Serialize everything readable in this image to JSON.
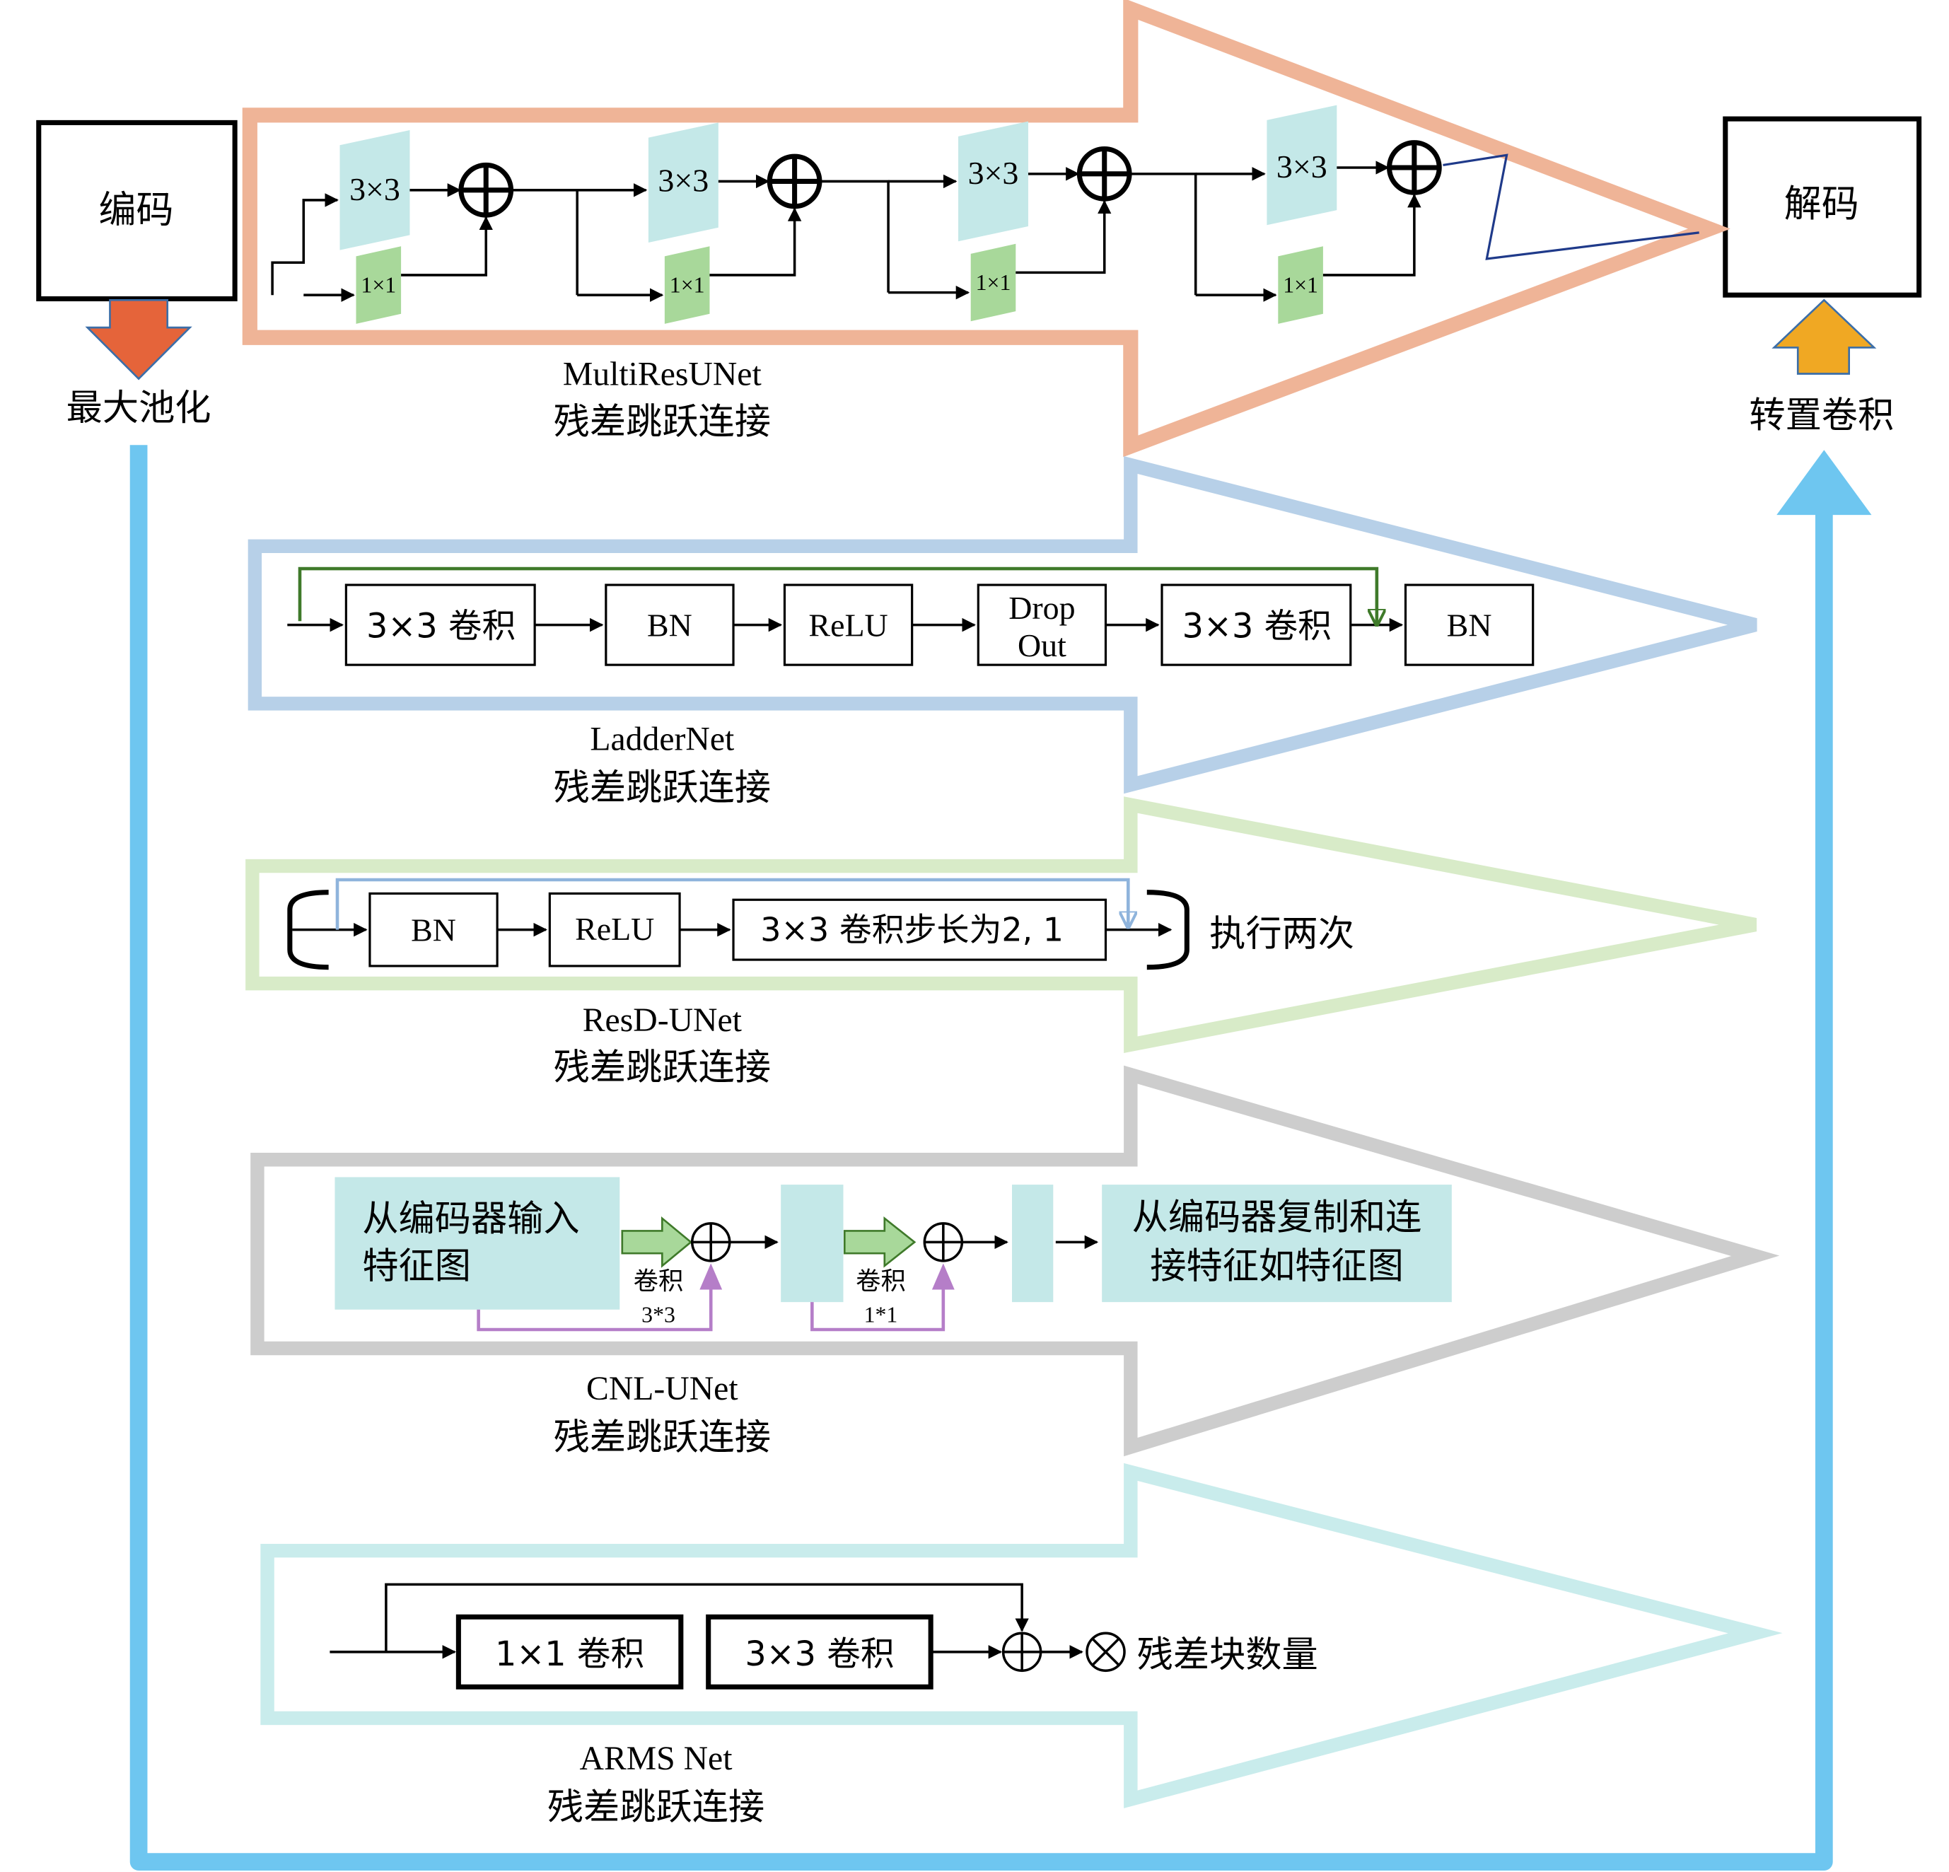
{
  "encoder": {
    "label": "编码",
    "arrow_label": "最大池化"
  },
  "decoder": {
    "label": "解码",
    "arrow_label": "转置卷积"
  },
  "skip_connection_label": "残差跳跃连接",
  "colors": {
    "multires_arrow": "#efb497",
    "ladder_arrow": "#b7d0e8",
    "resd_arrow": "#d8ebc8",
    "cnl_arrow": "#cdcdcd",
    "arms_arrow": "#c9ecec",
    "main_loop": "#6ec6f0",
    "maxpool_arrow": "#e5643a",
    "transconv_arrow": "#f0a823",
    "teal_block": "#c4e8e8",
    "green_block": "#a8d89a",
    "ladder_skip": "#3f7a2a",
    "resd_skip": "#8fb4dc",
    "cnl_skip": "#b57ec8"
  },
  "multires": {
    "name": "MultiResUNet",
    "conv3_labels": [
      "3×3",
      "3×3",
      "3×3",
      "3×3"
    ],
    "conv1_labels": [
      "1×1",
      "1×1",
      "1×1",
      "1×1"
    ]
  },
  "ladder": {
    "name": "LadderNet",
    "blocks": [
      "3×3 卷积",
      "BN",
      "ReLU",
      "Drop",
      "Out",
      "3×3 卷积",
      "BN"
    ]
  },
  "resd": {
    "name": "ResD-UNet",
    "blocks": [
      "BN",
      "ReLU",
      "3×3 卷积步长为2, 1"
    ],
    "repeat_label": "执行两次"
  },
  "cnl": {
    "name": "CNL-UNet",
    "input_label": [
      "从编码器输入",
      "特征图"
    ],
    "conv_a": [
      "卷积",
      "3*3"
    ],
    "conv_b": [
      "卷积",
      "1*1"
    ],
    "output_label": [
      "从编码器复制和连",
      "接特征如特征图"
    ]
  },
  "arms": {
    "name": "ARMS Net",
    "blocks": [
      "1×1 卷积",
      "3×3 卷积"
    ],
    "count_label": "残差块数量"
  }
}
